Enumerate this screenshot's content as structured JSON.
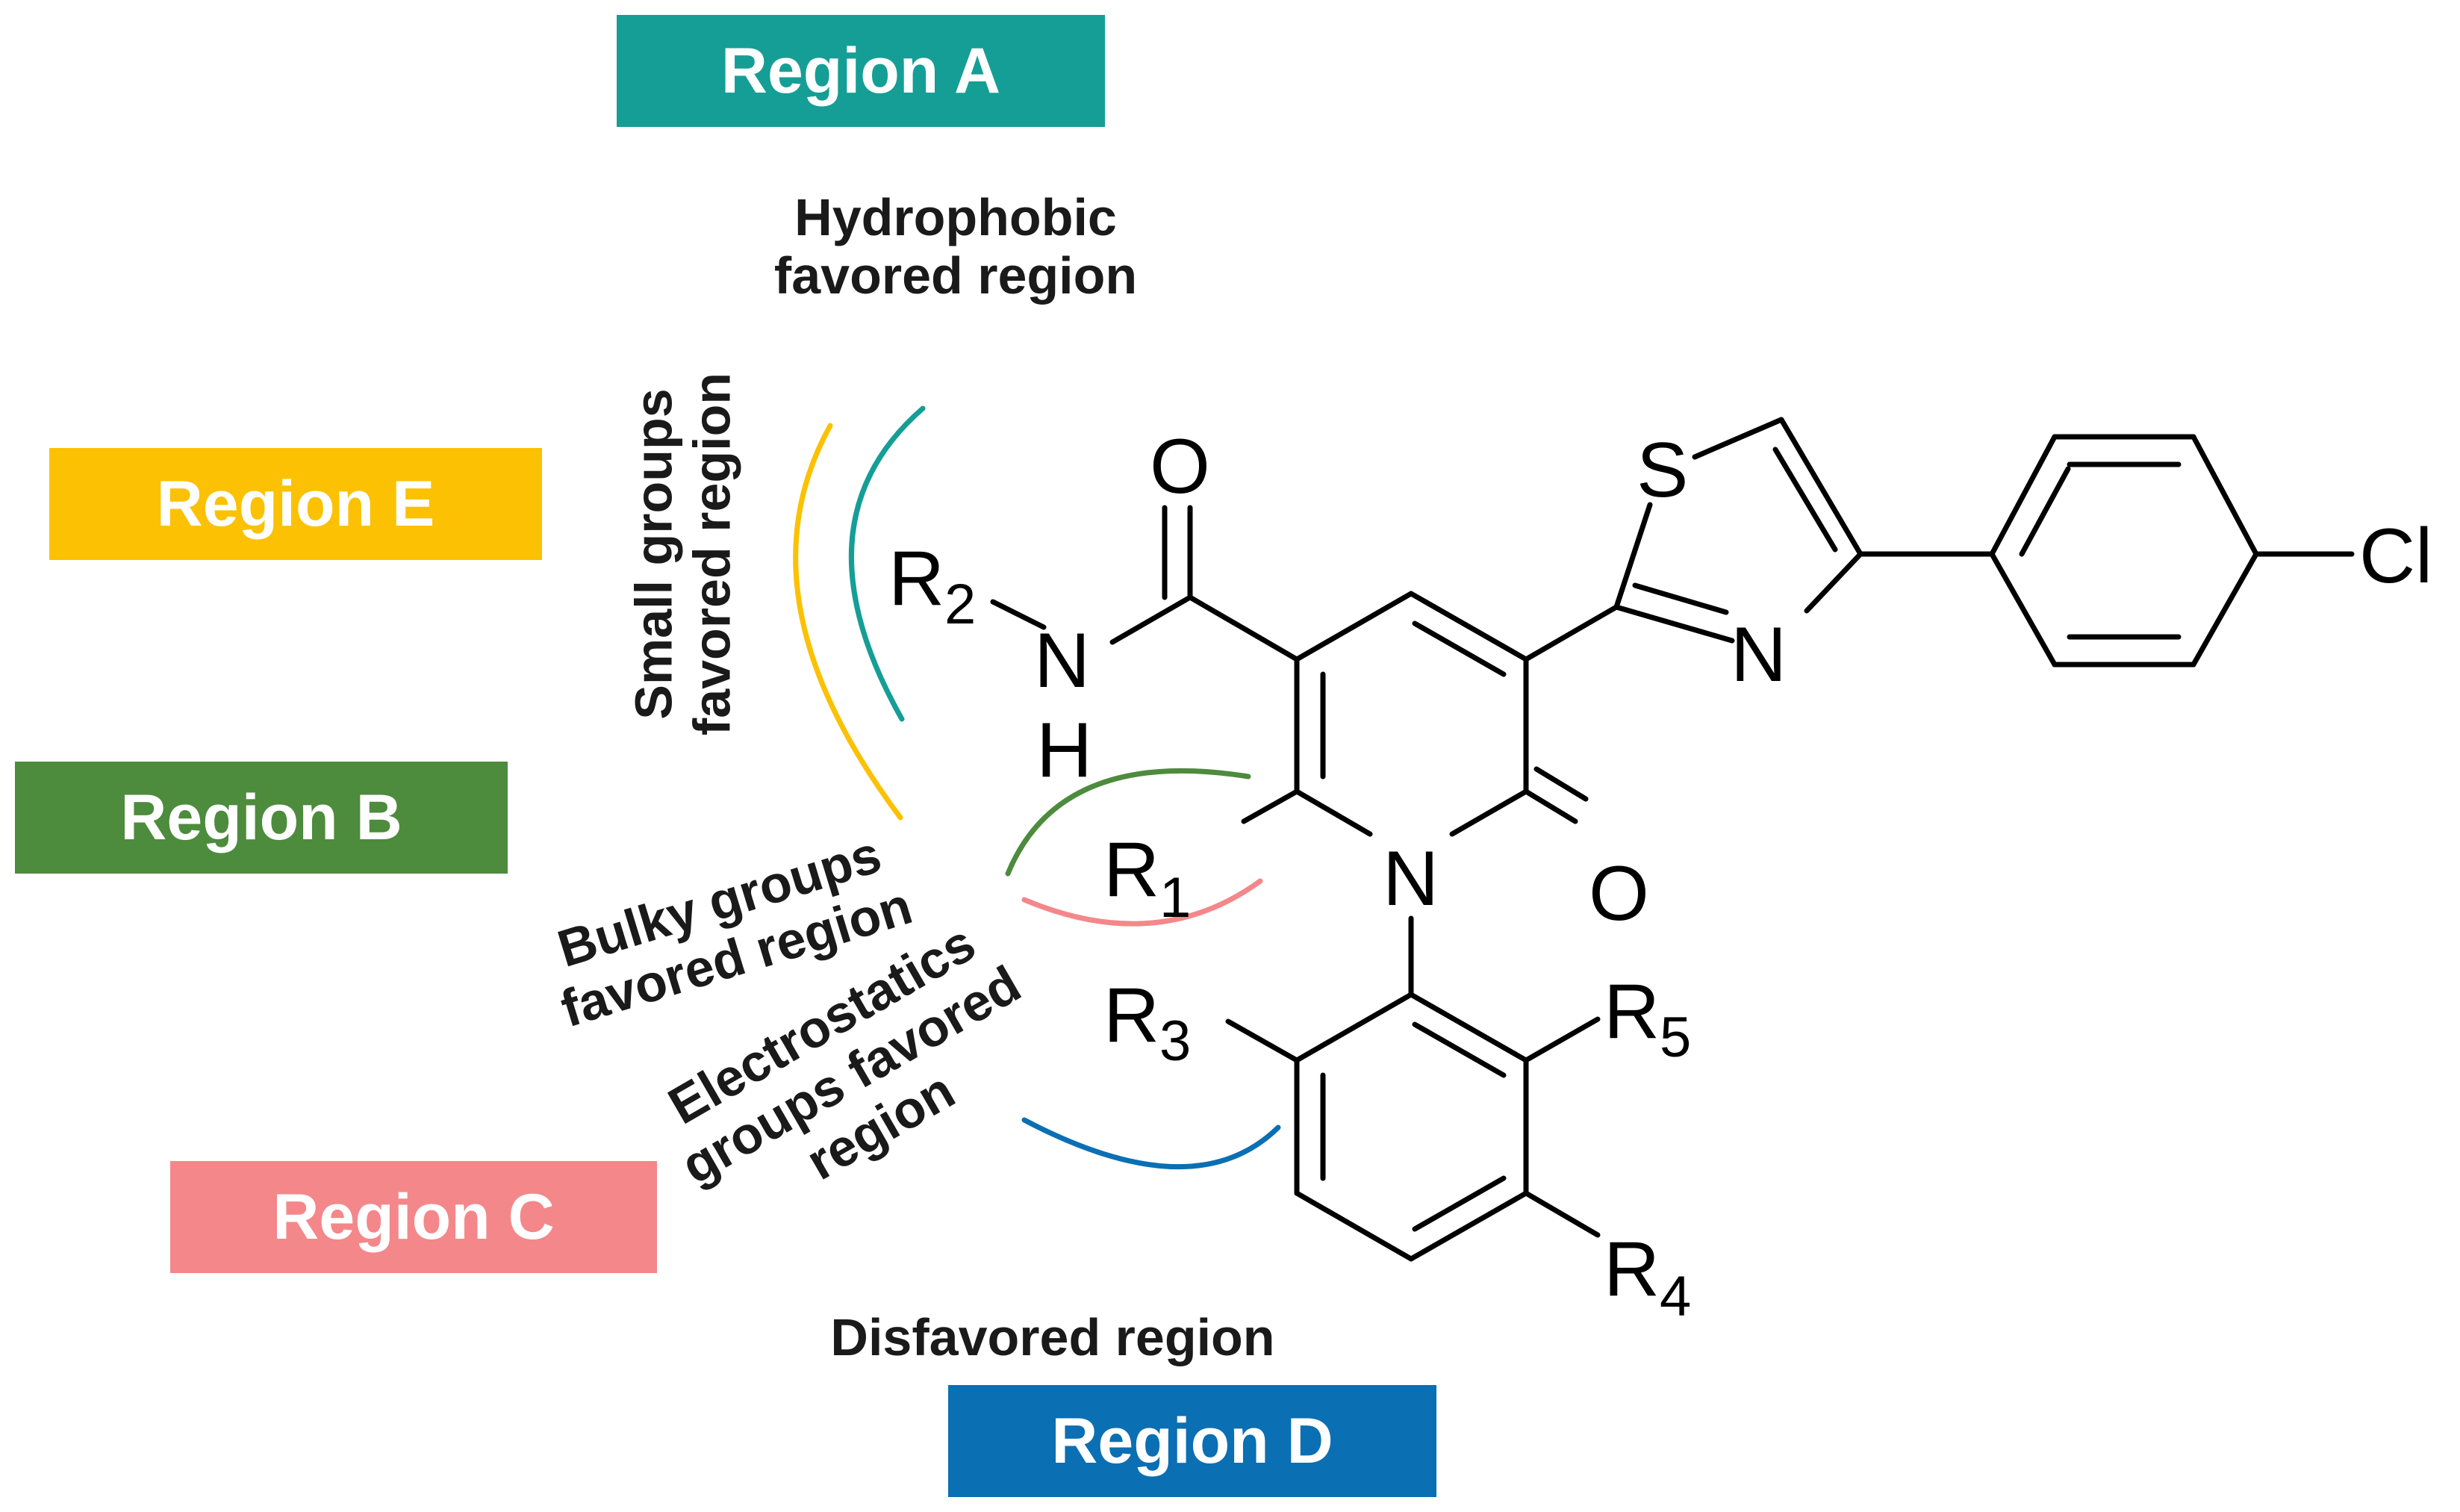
{
  "colors": {
    "region_a": "#159e96",
    "region_b": "#4d8b3d",
    "region_c": "#f4878a",
    "region_d": "#0a6fb3",
    "region_e": "#fbc102",
    "bond": "#000000"
  },
  "regions": {
    "a": {
      "label": "Region A",
      "note_lines": [
        "Hydrophobic",
        "favored region"
      ]
    },
    "b": {
      "label": "Region B",
      "note_lines": [
        "Bulky groups",
        "favored region"
      ]
    },
    "c": {
      "label": "Region C",
      "note_lines": [
        "Electrostatics",
        "groups favored",
        "region"
      ]
    },
    "d": {
      "label": "Region D",
      "note_lines": [
        "Disfavored region"
      ]
    },
    "e": {
      "label": "Region E",
      "note_lines": [
        "Small groups",
        "favored region"
      ]
    }
  },
  "molecule": {
    "atoms": {
      "o_amide": "O",
      "n_amide": "N",
      "h_amide": "H",
      "r2": "R",
      "r2_sub": "2",
      "r1": "R",
      "r1_sub": "1",
      "n_ring": "N",
      "o_keto": "O",
      "s_thiazole": "S",
      "n_thiazole": "N",
      "cl": "Cl",
      "r3": "R",
      "r3_sub": "3",
      "r5": "R",
      "r5_sub": "5",
      "r4": "R",
      "r4_sub": "4"
    }
  }
}
